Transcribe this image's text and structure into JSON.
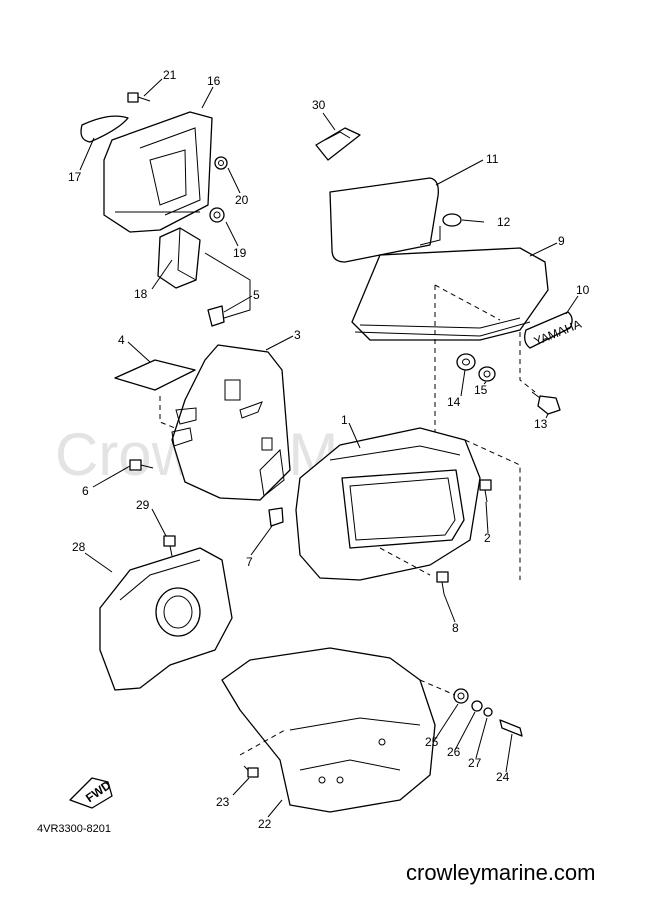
{
  "watermark": "Crowley Marine",
  "diagram_code": "4VR3300-8201",
  "footer_url": "crowleymarine.com",
  "fwd_label": "FWD",
  "emblem_text": "YAMAHA",
  "callouts": {
    "c1": "1",
    "c2": "2",
    "c3": "3",
    "c4": "4",
    "c5": "5",
    "c6": "6",
    "c7": "7",
    "c8": "8",
    "c9": "9",
    "c10": "10",
    "c11": "11",
    "c12": "12",
    "c13": "13",
    "c14": "14",
    "c15": "15",
    "c16": "16",
    "c17": "17",
    "c18": "18",
    "c19": "19",
    "c20": "20",
    "c21": "21",
    "c22": "22",
    "c23": "23",
    "c24": "24",
    "c25": "25",
    "c26": "26",
    "c27": "27",
    "c28": "28",
    "c29": "29",
    "c30": "30"
  }
}
